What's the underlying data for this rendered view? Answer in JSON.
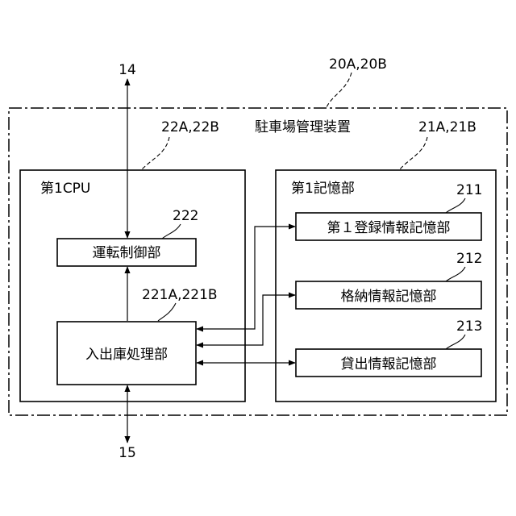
{
  "device": {
    "title": "駐車場管理装置",
    "ref": "20A,20B"
  },
  "cpu": {
    "title": "第1CPU",
    "ref": "22A,22B"
  },
  "storage": {
    "title": "第1記憶部",
    "ref": "21A,21B"
  },
  "blocks": {
    "driving_control": {
      "label": "運転制御部",
      "ref": "222"
    },
    "inout_processing": {
      "label": "入出庫処理部",
      "ref": "221A,221B"
    },
    "reg_info_storage": {
      "label": "第１登録情報記憶部",
      "ref": "211"
    },
    "storage_info_storage": {
      "label": "格納情報記憶部",
      "ref": "212"
    },
    "lending_info_storage": {
      "label": "貸出情報記憶部",
      "ref": "213"
    }
  },
  "external": {
    "top_ref": "14",
    "bottom_ref": "15"
  }
}
